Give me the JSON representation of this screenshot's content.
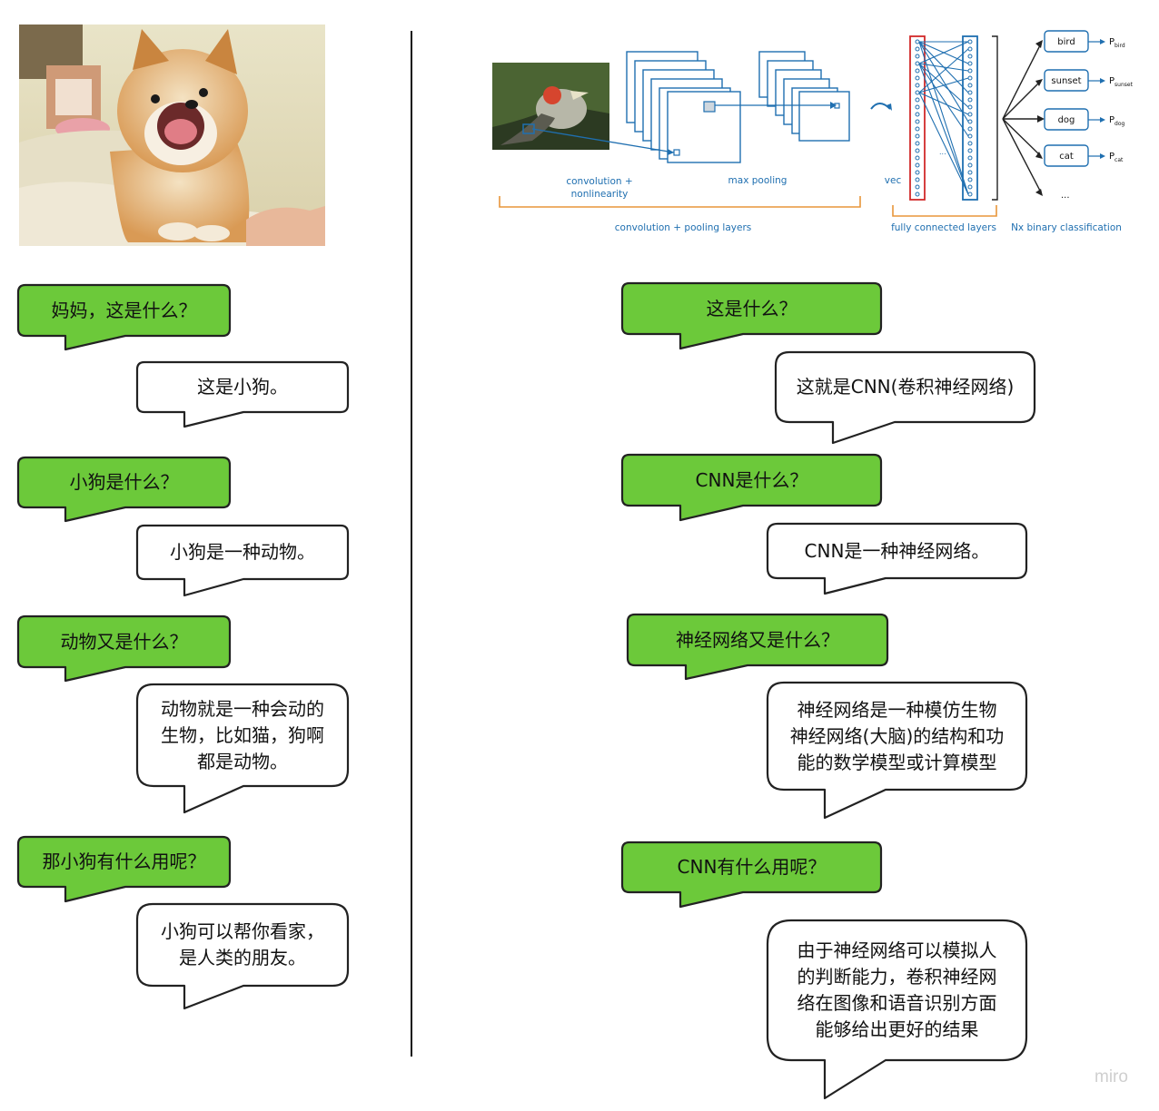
{
  "left": {
    "conversation": [
      {
        "role": "q",
        "text": "妈妈，这是什么？"
      },
      {
        "role": "a",
        "text": "这是小狗。"
      },
      {
        "role": "q",
        "text": "小狗是什么？"
      },
      {
        "role": "a",
        "text": "小狗是一种动物。"
      },
      {
        "role": "q",
        "text": "动物又是什么？"
      },
      {
        "role": "a",
        "line1": "动物就是一种会动的",
        "line2": "生物，比如猫，狗啊",
        "line3": "都是动物。"
      },
      {
        "role": "q",
        "text": "那小狗有什么用呢？"
      },
      {
        "role": "a",
        "line1": "小狗可以帮你看家，",
        "line2": "是人类的朋友。"
      }
    ]
  },
  "right": {
    "diagram": {
      "conv_label_1": "convolution +",
      "conv_label_2": "nonlinearity",
      "maxpool_label": "max pooling",
      "vec_label": "vec",
      "bracket_conv": "convolution + pooling layers",
      "bracket_fc": "fully connected layers",
      "bracket_cls": "Nx binary classification",
      "classes": [
        "bird",
        "sunset",
        "dog",
        "cat"
      ],
      "prob_p": "P",
      "prob_subs": [
        "bird",
        "sunset",
        "dog",
        "cat"
      ],
      "more_dots": "...",
      "fc_dots": "..."
    },
    "conversation": [
      {
        "role": "q",
        "text": "这是什么？"
      },
      {
        "role": "a",
        "text": "这就是CNN(卷积神经网络)"
      },
      {
        "role": "q",
        "text": "CNN是什么？"
      },
      {
        "role": "a",
        "text": "CNN是一种神经网络。"
      },
      {
        "role": "q",
        "text": "神经网络又是什么？"
      },
      {
        "role": "a",
        "line1": "神经网络是一种模仿生物",
        "line2": "神经网络(大脑)的结构和功",
        "line3": "能的数学模型或计算模型"
      },
      {
        "role": "q",
        "text": "CNN有什么用呢？"
      },
      {
        "role": "a",
        "line1": "由于神经网络可以模拟人",
        "line2": "的判断能力，卷积神经网",
        "line3": "络在图像和语音识别方面",
        "line4": "能够给出更好的结果"
      }
    ]
  },
  "watermark": "miro",
  "colors": {
    "question_fill": "#6cc93a",
    "answer_fill": "#ffffff",
    "stroke": "#222222",
    "diagram_blue": "#1f6fb0",
    "bracket_orange": "#e8963a",
    "fc_red": "#d22a2a"
  }
}
